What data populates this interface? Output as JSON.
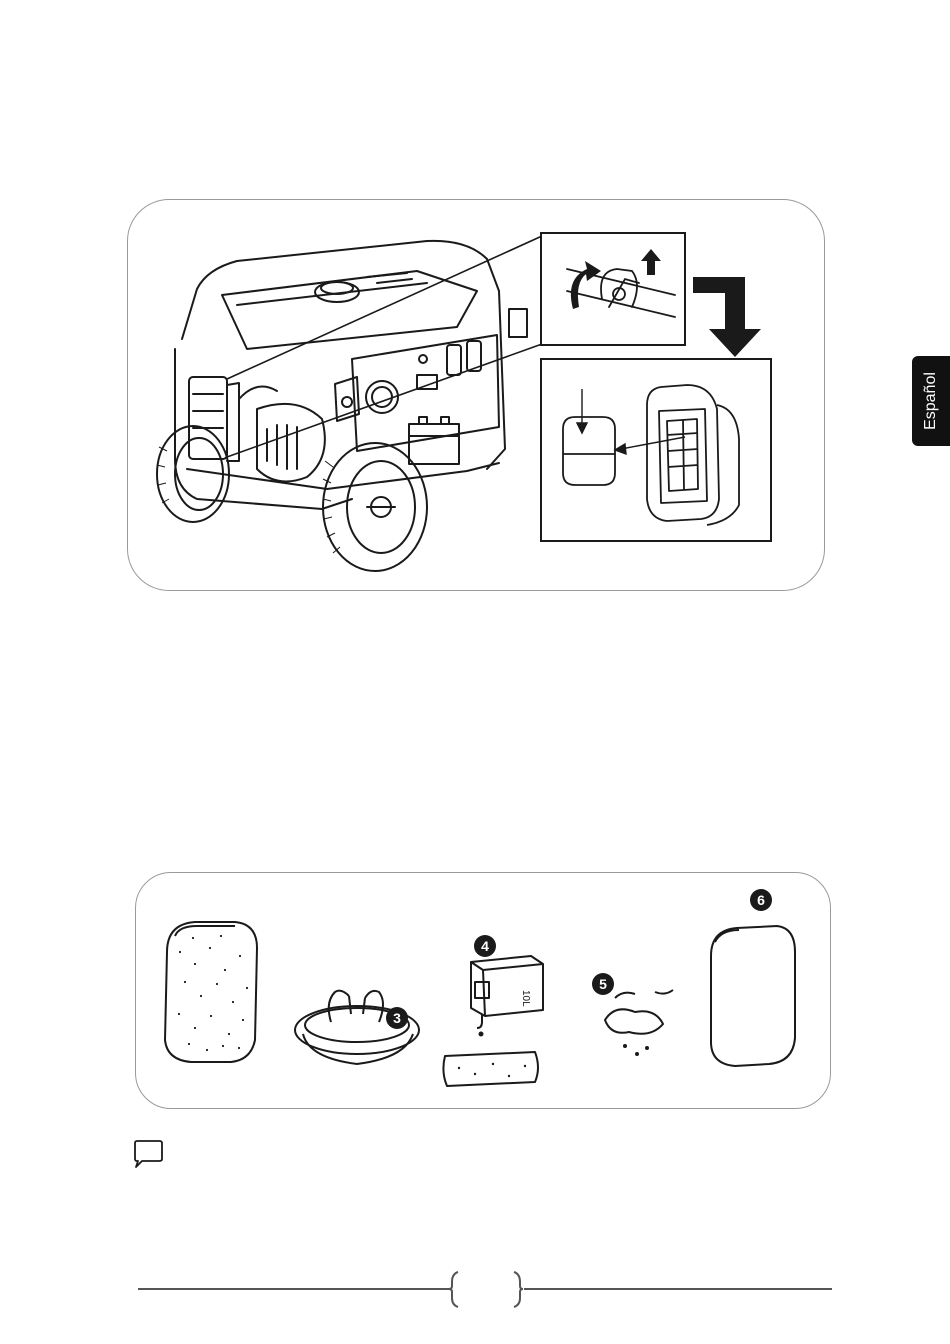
{
  "side_tab": {
    "label": "Español"
  },
  "steps": {
    "wash": "3",
    "oil": "4",
    "squeeze": "5",
    "reinstall": "6"
  },
  "oil_container": {
    "label": "10L"
  },
  "icons": {
    "note": "speech-bubble-icon",
    "arrows": "curved-arrow-icon"
  },
  "colors": {
    "line": "#1a1a1a",
    "panel_border": "#9a9a9a",
    "tab": "#111111"
  }
}
